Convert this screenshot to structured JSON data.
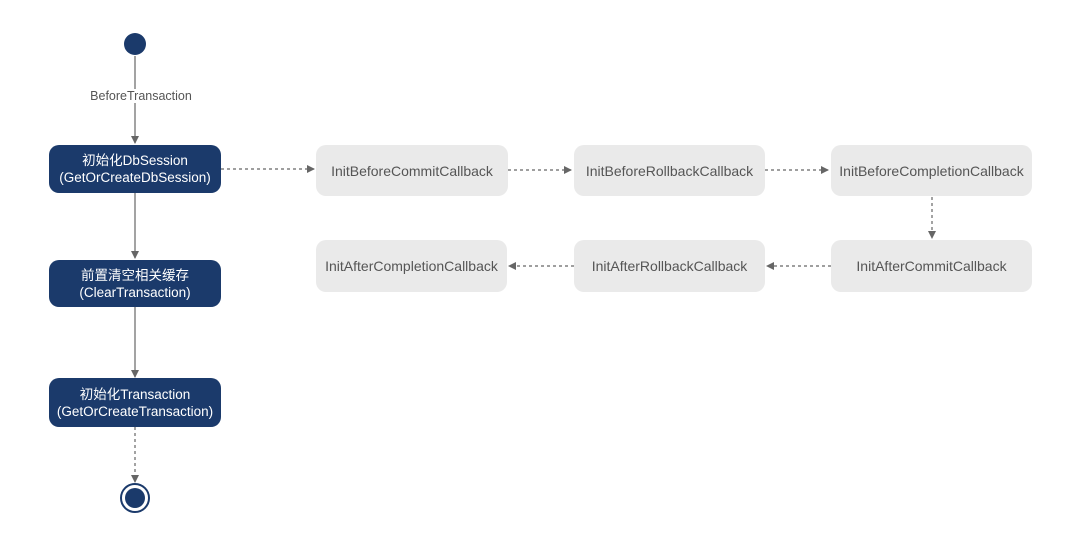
{
  "main_flow": {
    "start_edge_label": "BeforeTransaction",
    "step1": {
      "line1": "初始化DbSession",
      "line2": "(GetOrCreateDbSession)"
    },
    "step2": {
      "line1": "前置清空相关缓存",
      "line2": "(ClearTransaction)"
    },
    "step3": {
      "line1": "初始化Transaction",
      "line2": "(GetOrCreateTransaction)"
    }
  },
  "callbacks": {
    "row1": [
      "InitBeforeCommitCallback",
      "InitBeforeRollbackCallback",
      "InitBeforeCompletionCallback"
    ],
    "row2": [
      "InitAfterCommitCallback",
      "InitAfterRollbackCallback",
      "InitAfterCompletionCallback"
    ]
  },
  "colors": {
    "node_dark": "#1b3a6b",
    "node_light": "#eaeaea",
    "line": "#666666"
  }
}
